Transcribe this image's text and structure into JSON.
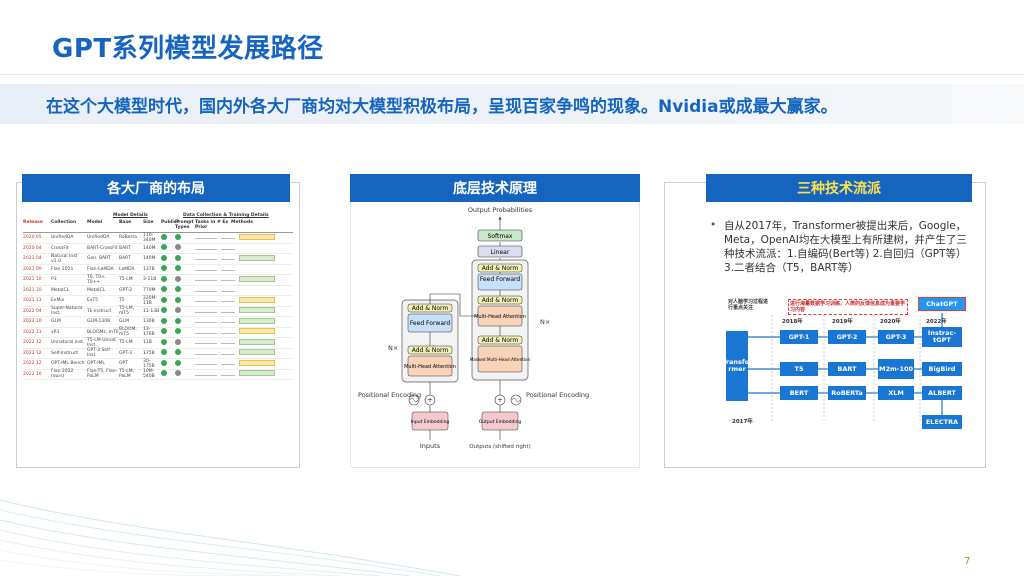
{
  "slide": {
    "title": "GPT系列模型发展路径",
    "subtitle": "在这个大模型时代，国内外各大厂商均对大模型积极布局，呈现百家争鸣的现象。Nvidia或成最大赢家。",
    "page_number": "7"
  },
  "panels": {
    "left": {
      "header": "各大厂商的布局"
    },
    "middle": {
      "header": "底层技术原理"
    },
    "right": {
      "header": "三种技术流派"
    }
  },
  "left_table": {
    "group_headers": [
      "Model Details",
      "Data Collection & Training Details"
    ],
    "columns": [
      "Release",
      "Collection",
      "Model",
      "Base",
      "Size",
      "Public?",
      "Prompt Types",
      "Tasks in Prior",
      "# Ex",
      "Methods"
    ],
    "rows": [
      [
        "2020 05",
        "UnifiedQA",
        "UnifiedQA",
        "RoBerta",
        "110-340M"
      ],
      [
        "2020 04",
        "CrossFit",
        "BART-CrossFit",
        "BART",
        "140M"
      ],
      [
        "2021 04",
        "Natural Inst v1.0",
        "Gen. BART",
        "BART",
        "140M"
      ],
      [
        "2021 09",
        "Flan 2021",
        "Flan-LaMDA",
        "LaMDA",
        "137B"
      ],
      [
        "2021 10",
        "P3",
        "T0, T0+, T0++",
        "T5-LM",
        "3-11B"
      ],
      [
        "2021 10",
        "MetaICL",
        "MetaICL",
        "GPT-2",
        "770M"
      ],
      [
        "2021 11",
        "ExMix",
        "ExT5",
        "T5",
        "220M-11B"
      ],
      [
        "2022 04",
        "Super-Natural Inst.",
        "Tk-Instruct",
        "T5-LM, mT5",
        "11-13B"
      ],
      [
        "2022 10",
        "GLM",
        "GLM-130B",
        "GLM",
        "130B"
      ],
      [
        "2022 11",
        "xP3",
        "BLOOMz, mT0",
        "BLOOM, mT5",
        "13-176B"
      ],
      [
        "2022 12",
        "Unnatural Inst.",
        "T5-LM-Unnat. Inst.",
        "T5-LM",
        "11B"
      ],
      [
        "2022 12",
        "Self-Instruct",
        "GPT-3 Self Inst.",
        "GPT-3",
        "175B"
      ],
      [
        "2022 12",
        "OPT-IML Bench",
        "OPT-IML",
        "OPT",
        "30-175B"
      ],
      [
        "2022 10",
        "Flan 2022 (ours)",
        "Flan-T5, Flan-PaLM",
        "T5-LM, PaLM",
        "10M-540B"
      ]
    ]
  },
  "transformer": {
    "output_probabilities": "Output Probabilities",
    "softmax": "Softmax",
    "linear": "Linear",
    "add_norm": "Add & Norm",
    "feed_forward": "Feed Forward",
    "multi_head_attention": "Multi-Head Attention",
    "masked_multi_head_attention": "Masked Multi-Head Attention",
    "nx": "N×",
    "positional_encoding": "Positional Encoding",
    "input_embedding": "Input Embedding",
    "output_embedding": "Output Embedding",
    "inputs": "Inputs",
    "outputs": "Outputs (shifted right)"
  },
  "right_text": {
    "bullet": "自从2017年，Transformer被提出来后，Google，Meta，OpenAI均在大模型上有所建树，并产生了三种技术流派：1.自编码(Bert等) 2.自回归（GPT等）3.二者结合（T5，BART等）"
  },
  "tree": {
    "years": [
      "2018年",
      "2019年",
      "2020年",
      "2022年"
    ],
    "note_left": "对人脑学习过程进行重点关注",
    "note_top": "进行海量数据学习训练，人类的反馈信息成为重要学习内容",
    "root": "Transfo-rmer",
    "root_year": "2017年",
    "gpt_row": [
      "GPT-1",
      "GPT-2",
      "GPT-3",
      "Instrac-tGPT"
    ],
    "chatgpt": "ChatGPT",
    "mid_row": [
      "T5",
      "BART",
      "M2m-100",
      "BigBird"
    ],
    "bert_row": [
      "BERT",
      "RoBERTa",
      "XLM",
      "ALBERT"
    ],
    "electra": "ELECTRA"
  },
  "colors": {
    "brand_blue": "#1565c0",
    "node_blue": "#1976d2",
    "accent_yellow": "#ffe14d",
    "chatgpt_red_border": "#e53935"
  }
}
